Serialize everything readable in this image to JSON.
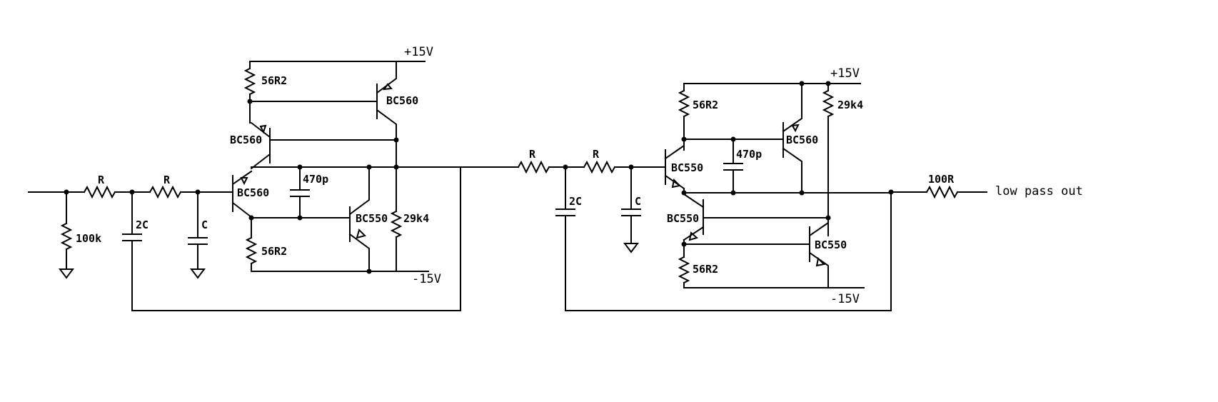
{
  "labels": {
    "rail_pos_1": "+15V",
    "rail_neg_1": "-15V",
    "rail_pos_2": "+15V",
    "rail_neg_2": "-15V",
    "r_in_1": "R",
    "r_in_2": "R",
    "r_100k": "100k",
    "c_2c_1": "2C",
    "c_c_1": "C",
    "r_56r2_top_1": "56R2",
    "r_56r2_bot_1": "56R2",
    "q_bc560_top_1": "BC560",
    "q_bc560_mid_1": "BC560",
    "q_bc560_in_1": "BC560",
    "q_bc550_1": "BC550",
    "c_470p_1": "470p",
    "r_29k4_1": "29k4",
    "r_in_3": "R",
    "r_in_4": "R",
    "c_2c_2": "2C",
    "c_c_2": "C",
    "q_bc550_in_2": "BC550",
    "c_470p_2": "470p",
    "q_bc560_2": "BC560",
    "r_56r2_top_2": "56R2",
    "r_29k4_2": "29k4",
    "q_bc550_mid_2": "BC550",
    "q_bc550_bot_2": "BC550",
    "r_56r2_bot_2": "56R2",
    "r_100r": "100R",
    "output": "low pass out"
  }
}
